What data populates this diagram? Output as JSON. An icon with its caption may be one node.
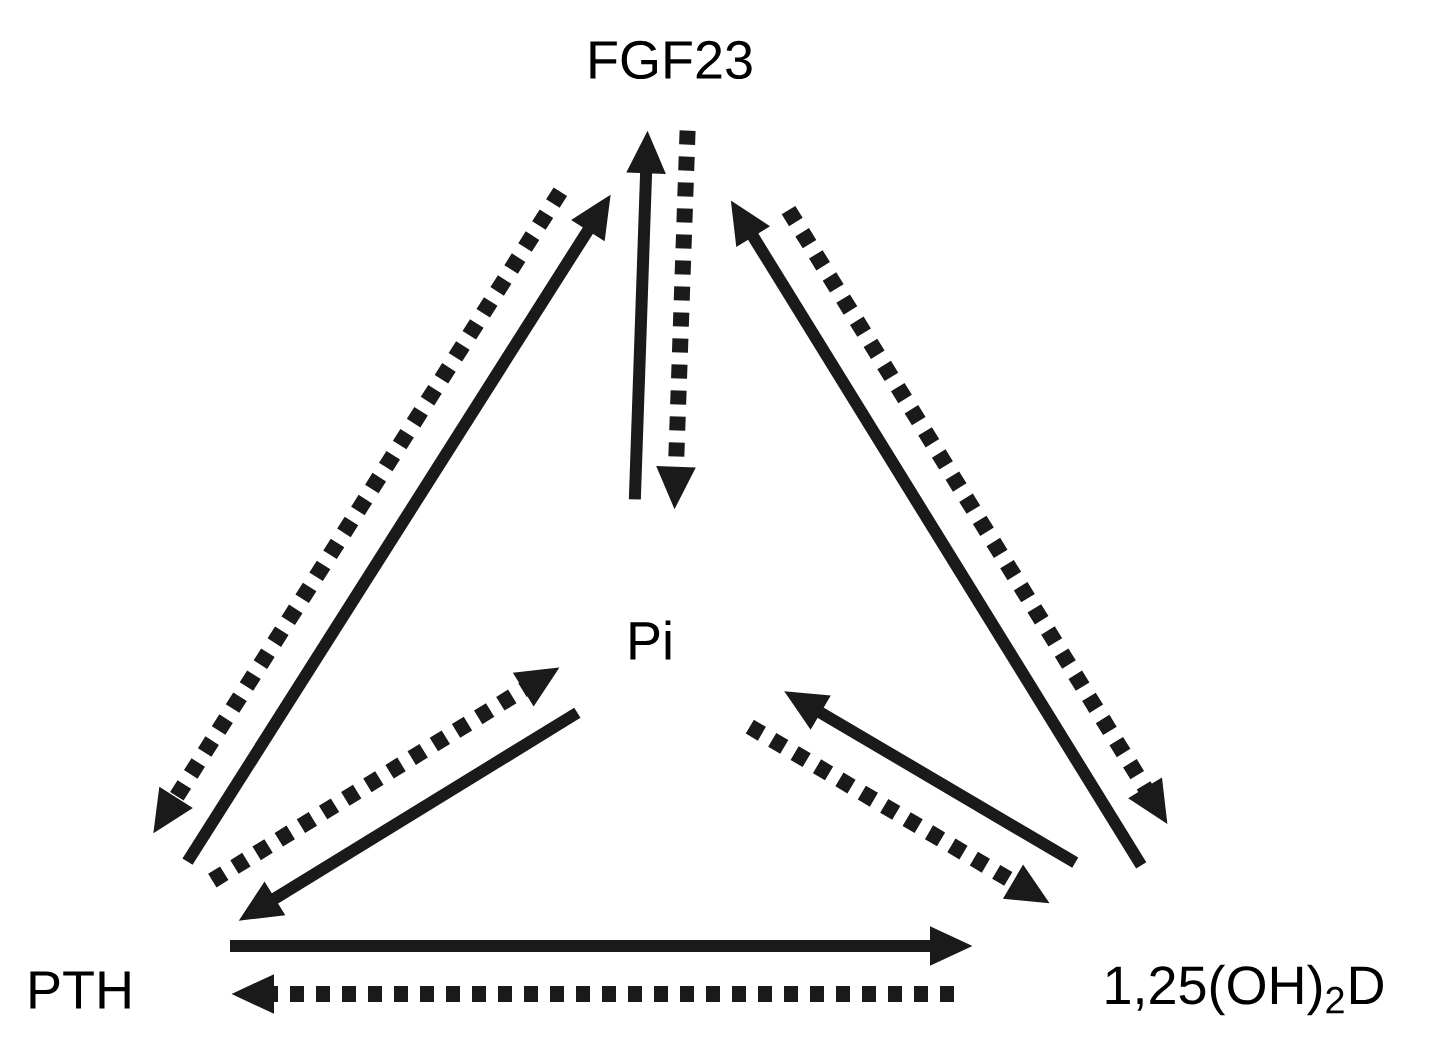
{
  "diagram": {
    "nodes": [
      {
        "text": [
          "FGF23"
        ]
      },
      {
        "text": [
          "Pi"
        ]
      },
      {
        "text": [
          "PTH"
        ]
      },
      {
        "text": [
          "1,25(OH)$_{2}$D"
        ]
      }
    ],
    "edges": [
      {
        "from": 2,
        "to": 0,
        "arrow": "to"
      },
      {
        "from": 0,
        "to": 2,
        "arrow": "to",
        "style": "dashed"
      },
      {
        "from": 1,
        "to": 0,
        "arrow": "to"
      },
      {
        "from": 0,
        "to": 1,
        "arrow": "to",
        "style": "dashed"
      },
      {
        "from": 3,
        "to": 0,
        "arrow": "to"
      },
      {
        "from": 0,
        "to": 3,
        "arrow": "to",
        "style": "dashed"
      },
      {
        "from": 1,
        "to": 2,
        "arrow": "to"
      },
      {
        "from": 2,
        "to": 1,
        "arrow": "to",
        "style": "dashed"
      },
      {
        "from": 3,
        "to": 1,
        "arrow": "to"
      },
      {
        "from": 1,
        "to": 3,
        "arrow": "to",
        "style": "dashed"
      },
      {
        "from": 2,
        "to": 3,
        "arrow": "to"
      },
      {
        "from": 3,
        "to": 2,
        "arrow": "to",
        "style": "dashed"
      }
    ]
  }
}
